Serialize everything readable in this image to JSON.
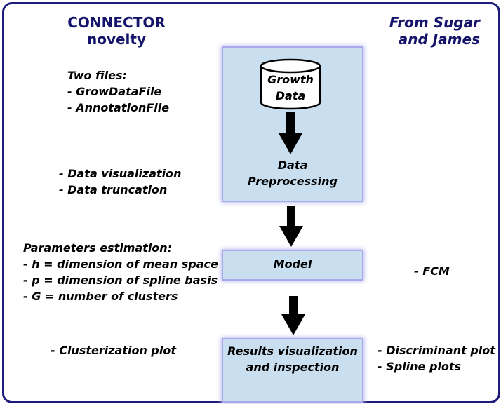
{
  "headings": {
    "left": [
      "CONNECTOR",
      "novelty"
    ],
    "right": [
      "From Sugar",
      "and James"
    ]
  },
  "left_notes": {
    "files": [
      "Two files:",
      "- GrowDataFile",
      "- AnnotationFile"
    ],
    "preprocessing": [
      "- Data visualization",
      "- Data truncation"
    ],
    "parameters": [
      "Parameters estimation:",
      "- h = dimension of mean space",
      "- p = dimension of spline basis",
      "- G = number of clusters"
    ],
    "plots": [
      "- Clusterization plot"
    ]
  },
  "right_notes": {
    "model": [
      "- FCM"
    ],
    "plots": [
      "- Discriminant plot",
      "- Spline plots"
    ]
  },
  "boxes": {
    "database": [
      "Growth",
      "Data"
    ],
    "preprocessing": [
      "Data",
      "Preprocessing"
    ],
    "model": [
      "Model"
    ],
    "results": [
      "Results visualization",
      "and inspection"
    ]
  },
  "colors": {
    "frame": "#1c1c7a",
    "heading": "#14146b",
    "box_fill": "#c9dff0",
    "box_border": "#a9a8ea",
    "arrow": "#000000"
  }
}
